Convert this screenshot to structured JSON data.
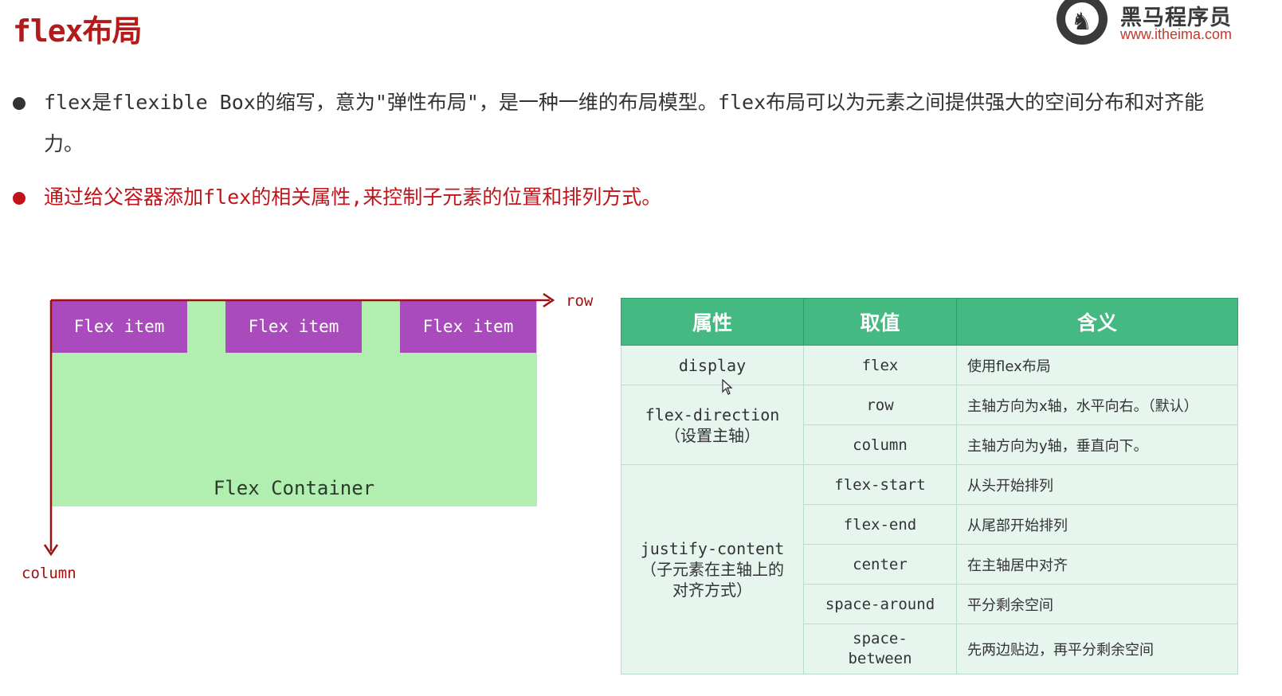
{
  "header": {
    "title": "flex布局",
    "logo_name": "黑马程序员",
    "logo_url": "www.itheima.com"
  },
  "bullets": [
    {
      "text": "flex是flexible Box的缩写，意为\"弹性布局\"，是一种一维的布局模型。flex布局可以为元素之间提供强大的空间分布和对齐能力。",
      "color": "#333333"
    },
    {
      "text": "通过给父容器添加flex的相关属性,来控制子元素的位置和排列方式。",
      "color": "#c0141b"
    }
  ],
  "diagram": {
    "items": [
      "Flex item",
      "Flex item",
      "Flex item"
    ],
    "container_label": "Flex Container",
    "row_label": "row",
    "column_label": "column",
    "colors": {
      "container": "#b0efb0",
      "item": "#a94bbd",
      "axis": "#a01010"
    }
  },
  "table": {
    "headers": [
      "属性",
      "取值",
      "含义"
    ],
    "groups": [
      {
        "property": "display",
        "rows": [
          {
            "value": "flex",
            "meaning": "使用flex布局"
          }
        ]
      },
      {
        "property": "flex-direction\n（设置主轴）",
        "rows": [
          {
            "value": "row",
            "meaning": "主轴方向为x轴，水平向右。（默认）"
          },
          {
            "value": "column",
            "meaning": "主轴方向为y轴，垂直向下。"
          }
        ]
      },
      {
        "property": "justify-content\n（子元素在主轴上的\n对齐方式）",
        "rows": [
          {
            "value": "flex-start",
            "meaning": "从头开始排列"
          },
          {
            "value": "flex-end",
            "meaning": "从尾部开始排列"
          },
          {
            "value": "center",
            "meaning": "在主轴居中对齐"
          },
          {
            "value": "space-around",
            "meaning": "平分剩余空间"
          },
          {
            "value": "space-\nbetween",
            "meaning": "先两边贴边，再平分剩余空间"
          }
        ]
      }
    ],
    "colors": {
      "header_bg": "#44b981",
      "cell_bg": "#e6f6ee"
    }
  }
}
